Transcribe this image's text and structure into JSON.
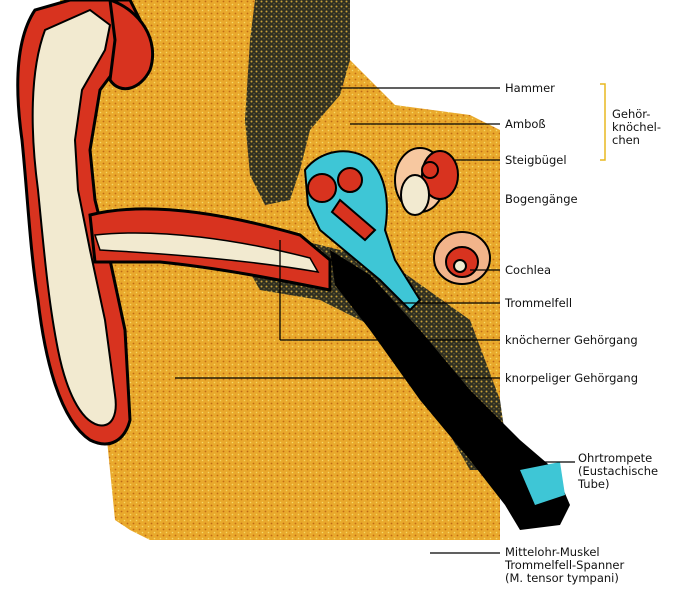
{
  "labels": {
    "hammer": "Hammer",
    "ambos": "Amboß",
    "steigbuegel": "Steigbügel",
    "bogengaenge": "Bogengänge",
    "cochlea": "Cochlea",
    "trommelfell": "Trommelfell",
    "knoecherner_gehoergang": "knöcherner Gehörgang",
    "knorpeliger_gehoergang": "knorpeliger Gehörgang",
    "ohrtrompete": "Ohrtrompete\n(Eustachische\nTube)",
    "muskel": "Mittelohr-Muskel\nTrommelfell-Spanner\n(M. tensor tympani)",
    "gehoerknoechelchen": "Gehör-\nknöchel-\nchen"
  },
  "colors": {
    "background": "#ffffff",
    "tissue": "#e9a92c",
    "tissue_light": "#f4d05a",
    "bone_dark": "#3a3a2a",
    "skin_red": "#d8331f",
    "cartilage": "#f2ead0",
    "fluid_blue": "#3ec6d6",
    "black": "#000000"
  },
  "icons": [
    "ear-cross-section-illustration"
  ]
}
